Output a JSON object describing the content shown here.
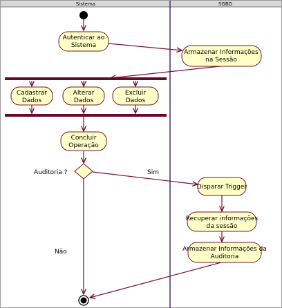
{
  "swimlanes": {
    "left": "Sistema",
    "right": "SGBD"
  },
  "activities": {
    "autenticar": [
      "Autenticar ao",
      "Sistema"
    ],
    "armazenar_sessao": [
      "Armazenar Informações",
      "na Sessão"
    ],
    "cadastrar": [
      "Cadastrar",
      "Dados"
    ],
    "alterar": [
      "Alterar",
      "Dados"
    ],
    "excluir": [
      "Excluir",
      "Dados"
    ],
    "concluir": [
      "Concluir",
      "Operação"
    ],
    "disparar": [
      "Disparar Trigger"
    ],
    "recuperar": [
      "Recuperar informações",
      "da sessão"
    ],
    "armazenar_auditoria": [
      "Armazenar Informações da",
      "Auditoria"
    ]
  },
  "decision": {
    "question": "Auditoria ?",
    "yes": "Sim",
    "no": "Não"
  },
  "colors": {
    "activity_fill": "#ffffc8",
    "outline": "#7a1030",
    "lane_divider": "#4a2a6a",
    "header_bg": "#d8d8d8"
  }
}
